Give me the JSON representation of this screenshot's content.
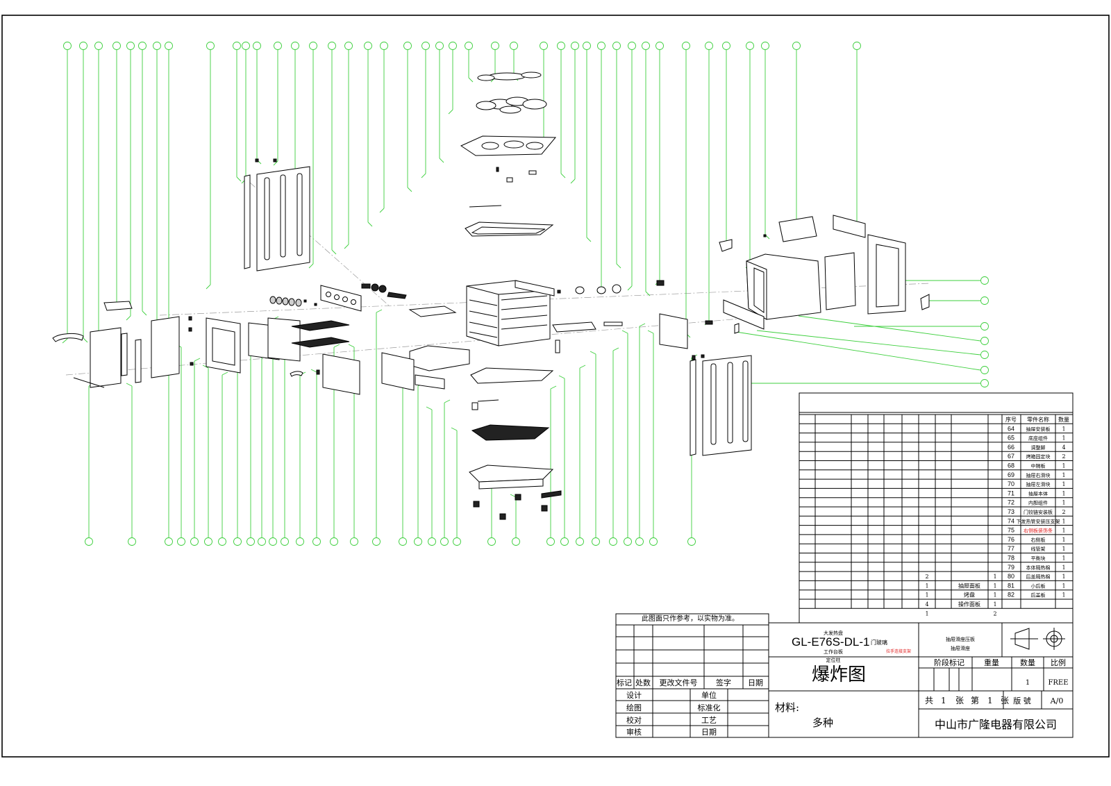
{
  "drawing": {
    "model": "GL-E76S-DL-1",
    "title": "爆炸图",
    "material_label": "材料:",
    "material_value": "多种",
    "company": "中山市广隆电器有限公司",
    "note": "此图面只作参考，以实物为准。",
    "small_labels": [
      "大发热盘",
      "工作台板",
      "定位柱",
      "门玻璃",
      "拉手连接支架",
      "抽屉滑座压板",
      "抽屉滑座"
    ]
  },
  "revision_table": {
    "headers": [
      "标记",
      "处数",
      "更改文件号",
      "签字",
      "日期"
    ],
    "roles": [
      "设计",
      "绘图",
      "校对",
      "审核"
    ],
    "roles2": [
      "单位",
      "标准化",
      "工艺",
      "日期"
    ]
  },
  "title_block": {
    "stage_label": "阶段标记",
    "weight_label": "重量",
    "qty_label": "数量",
    "scale_label": "比例",
    "qty_value": "1",
    "scale_value": "FREE",
    "sheet_total_label": "共",
    "sheet_total": "1",
    "sheet_unit": "张",
    "sheet_no_label": "第",
    "sheet_no": "1",
    "sheet_unit2": "张",
    "version_label": "版 號",
    "version": "A/0"
  },
  "bom": {
    "headers": [
      "序号",
      "零件名称",
      "数量"
    ],
    "rows": [
      {
        "no": "64",
        "name": "抽屉安装板",
        "qty": "1"
      },
      {
        "no": "65",
        "name": "底座组件",
        "qty": "1"
      },
      {
        "no": "66",
        "name": "调整脚",
        "qty": "4"
      },
      {
        "no": "67",
        "name": "烤箱固定块",
        "qty": "2"
      },
      {
        "no": "68",
        "name": "中隔板",
        "qty": "1"
      },
      {
        "no": "69",
        "name": "抽屉右滑块",
        "qty": "1"
      },
      {
        "no": "70",
        "name": "抽屉左滑块",
        "qty": "1"
      },
      {
        "no": "71",
        "name": "抽屉本体",
        "qty": "1"
      },
      {
        "no": "72",
        "name": "内胆组件",
        "qty": "1"
      },
      {
        "no": "73",
        "name": "门铰链安装板",
        "qty": "2"
      },
      {
        "no": "74",
        "name": "下发热管安装压支架",
        "qty": "1"
      },
      {
        "no": "75",
        "name": "右侧板装饰条",
        "qty": "1"
      },
      {
        "no": "76",
        "name": "右侧板",
        "qty": "1"
      },
      {
        "no": "77",
        "name": "线管架",
        "qty": "1"
      },
      {
        "no": "78",
        "name": "平衡块",
        "qty": "1"
      },
      {
        "no": "79",
        "name": "本体隔热棉",
        "qty": "1"
      },
      {
        "no": "80",
        "name": "后盖隔热棉",
        "qty": "1"
      },
      {
        "no": "81",
        "name": "小后板",
        "qty": "1"
      },
      {
        "no": "82",
        "name": "后盖板",
        "qty": "1"
      }
    ],
    "left_rows": [
      {
        "qty": "2",
        "name": "",
        "n": "1"
      },
      {
        "qty": "1",
        "name": "抽屉面板",
        "n": "1"
      },
      {
        "qty": "1",
        "name": "烤盘",
        "n": "1"
      },
      {
        "qty": "4",
        "name": "操作面板",
        "n": "1"
      },
      {
        "qty": "1",
        "name": "",
        "n": "2"
      }
    ],
    "highlight_color": "#e02020"
  },
  "colors": {
    "leader": "#3ccf3c",
    "line": "#000000"
  }
}
